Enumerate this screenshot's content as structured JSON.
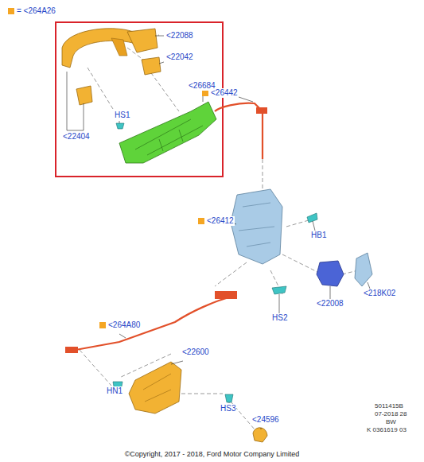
{
  "diagram": {
    "labels": [
      "<22088",
      "<22042",
      "<26684",
      "HS1",
      "<22404",
      "<26442",
      "<26412",
      "HB1",
      "<22008",
      "<218K02",
      "HS2",
      "<264A80",
      "<22600",
      "HN1",
      "HS3",
      "<24596",
      "5011415B",
      "07-2018 28",
      "BW",
      "K 0361619 03",
      "©Copyright, 2017 - 2018, Ford Motor Company Limited"
    ],
    "legend": [
      {
        "text": "= <264A26",
        "color": "#f5a623"
      }
    ]
  }
}
